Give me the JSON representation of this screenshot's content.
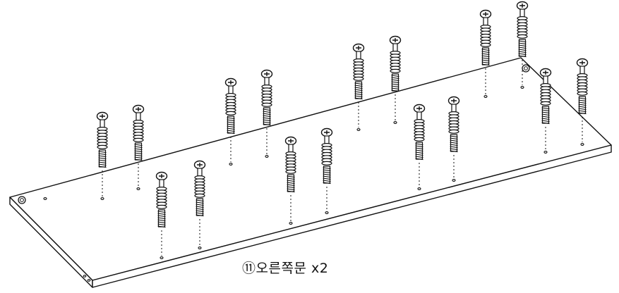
{
  "caption": {
    "text": "⑪오른쪽문  x2"
  },
  "colors": {
    "line": "#111111",
    "fill": "#ffffff"
  },
  "icons": {
    "screw": "cam-bolt-screw-icon",
    "pin": "hinge-pin-icon"
  },
  "parts": {
    "screw_count": 16,
    "hole_count": 2
  }
}
